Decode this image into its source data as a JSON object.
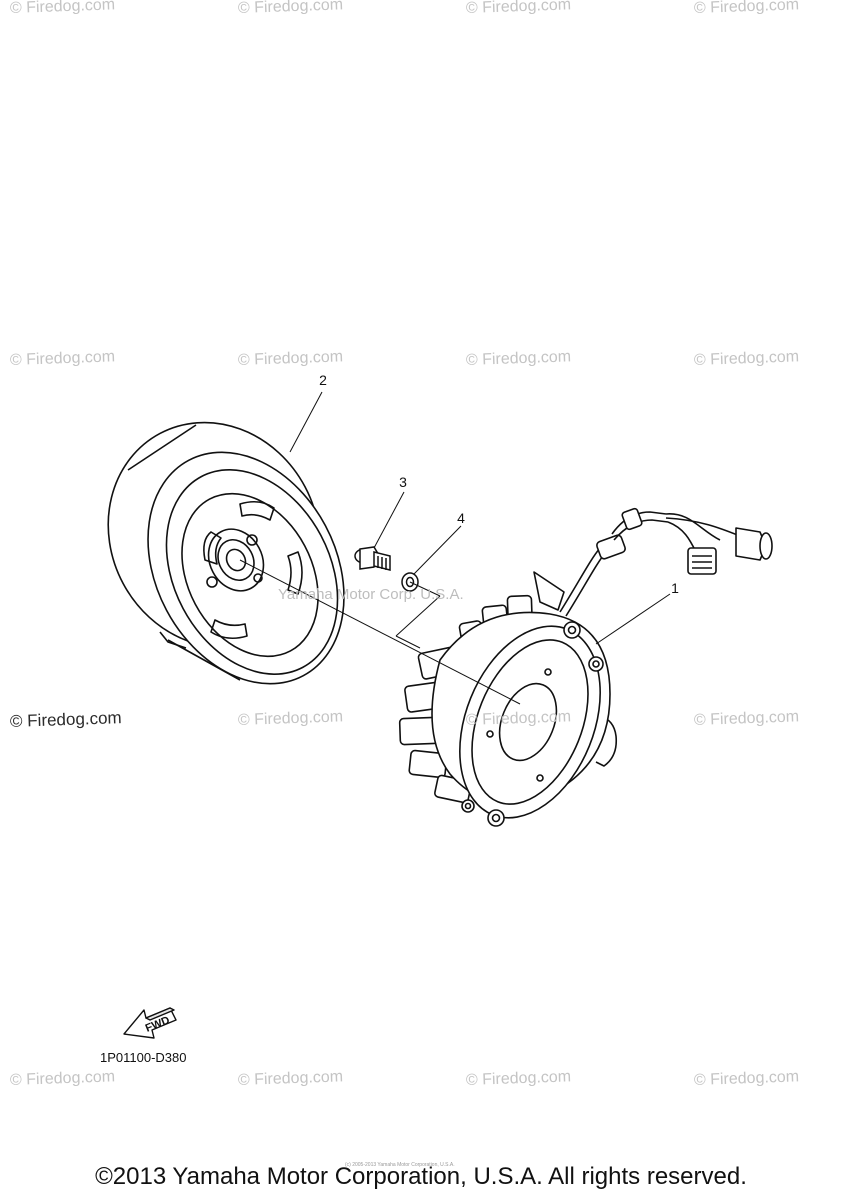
{
  "watermarks": {
    "row1": [
      "© Firedog.com",
      "© Firedog.com",
      "© Firedog.com",
      "© Firedog.com"
    ],
    "row2": [
      "© Firedog.com",
      "© Firedog.com",
      "© Firedog.com",
      "© Firedog.com"
    ],
    "row3": [
      "© Firedog.com",
      "© Firedog.com",
      "© Firedog.com",
      "© Firedog.com"
    ],
    "row4": [
      "© Firedog.com",
      "© Firedog.com",
      "© Firedog.com",
      "© Firedog.com"
    ]
  },
  "callouts": {
    "stator": "1",
    "rotor": "2",
    "bolt": "3",
    "washer": "4"
  },
  "overlay_text": "Yamaha Motor Corp. U.S.A.",
  "fwd_label": "FWD",
  "part_code": "1P01100-D380",
  "tiny_copyright": "(c) 2005-2013 Yamaha Motor Corporation, U.S.A.",
  "footer": "©2013 Yamaha Motor Corporation, U.S.A. All rights reserved."
}
